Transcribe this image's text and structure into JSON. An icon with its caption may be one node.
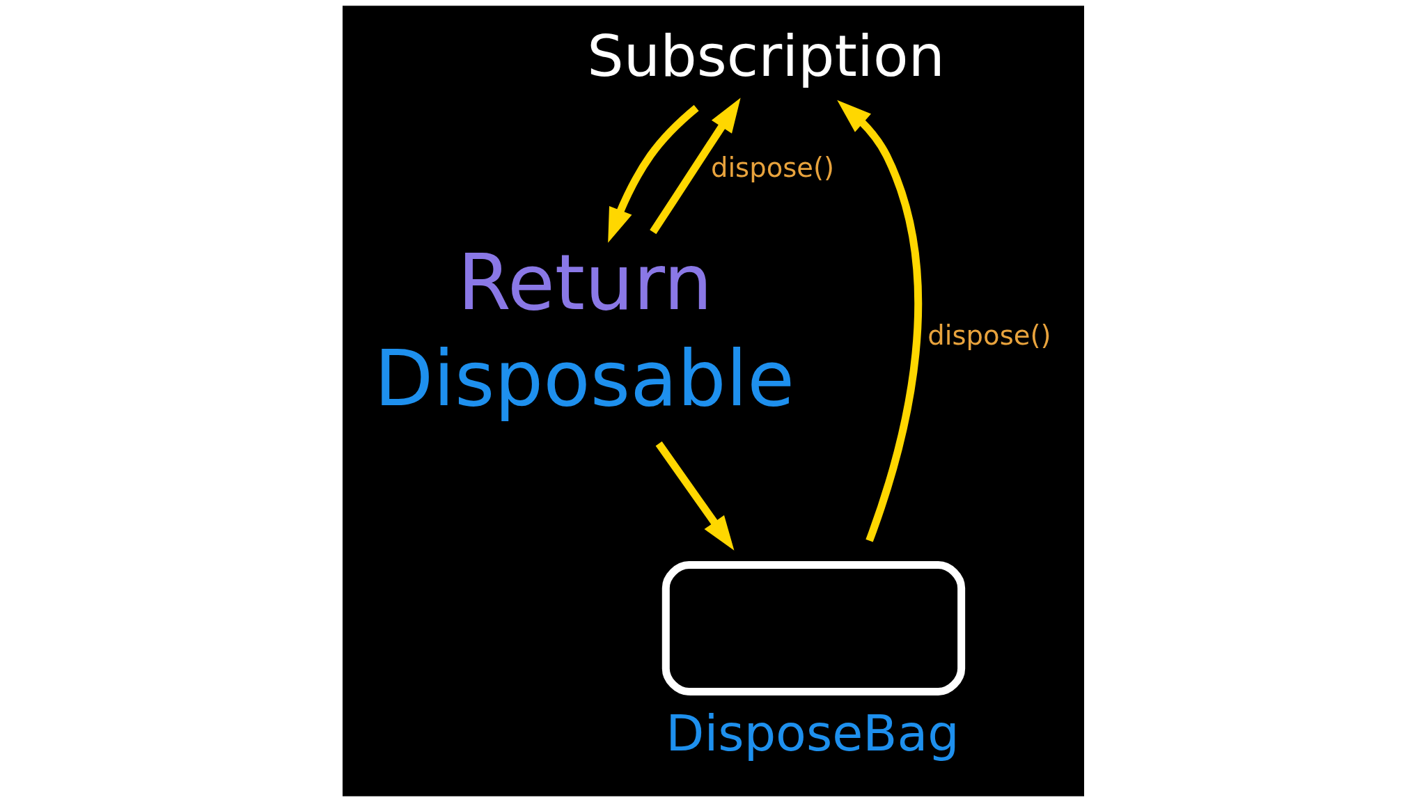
{
  "diagram": {
    "nodes": [
      {
        "text": [
          "Subscription"
        ]
      },
      {
        "text": [
          "Return",
          "Disposable"
        ]
      },
      {
        "text": [],
        "shape": "bag",
        "beside": [
          "DisposeBag"
        ]
      }
    ],
    "edges": [
      {
        "from": 0,
        "to": 1,
        "arrow": "to"
      },
      {
        "from": 1,
        "to": 0,
        "arrow": "to",
        "label": "dispose()"
      },
      {
        "from": 1,
        "to": 2,
        "arrow": "to"
      },
      {
        "from": 2,
        "to": 0,
        "arrow": "to",
        "label": "dispose()"
      }
    ]
  }
}
